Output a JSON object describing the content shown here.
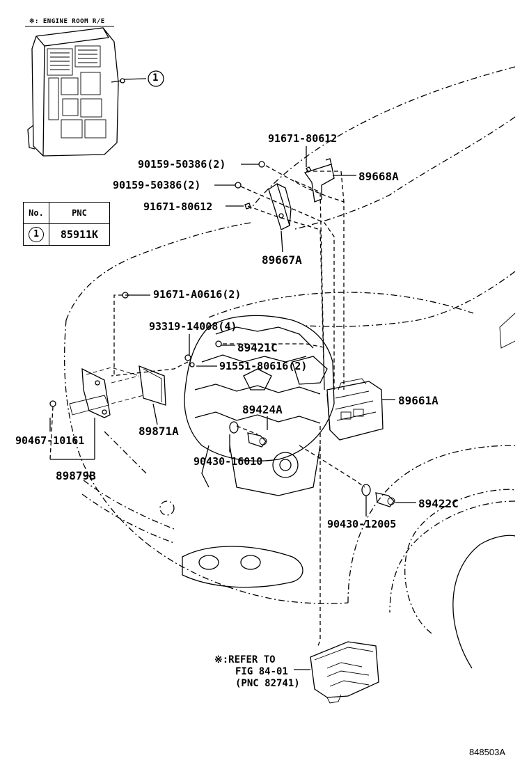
{
  "header_note": "※: ENGINE ROOM R/E",
  "callout_one": "1",
  "table": {
    "headers": [
      "No.",
      "PNC"
    ],
    "rows": [
      {
        "no": "1",
        "pnc": "85911K"
      }
    ]
  },
  "labels": {
    "p91671_80612_top": "91671-80612",
    "p90159_50386_a": "90159-50386(2)",
    "p89668A": "89668A",
    "p90159_50386_b": "90159-50386(2)",
    "p91671_80612_mid": "91671-80612",
    "p89667A": "89667A",
    "p91671_A0616": "91671-A0616(2)",
    "p93319_14008": "93319-14008(4)",
    "p89421C": "89421C",
    "p91551_80616": "91551-80616(2)",
    "p89661A": "89661A",
    "p89424A": "89424A",
    "p90467_10161": "90467-10161",
    "p89871A": "89871A",
    "p90430_16010": "90430-16010",
    "p89879B": "89879B",
    "p89422C": "89422C",
    "p90430_12005": "90430-12005"
  },
  "refer_note": {
    "line1": "※:REFER TO",
    "line2": "FIG 84-01",
    "line3": "(PNC 82741)"
  },
  "figure_id": "848503A"
}
